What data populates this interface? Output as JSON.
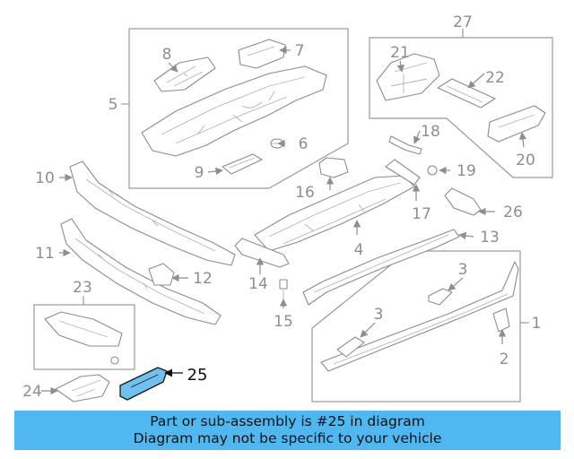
{
  "callouts": {
    "c1": "1",
    "c2": "2",
    "c3a": "3",
    "c3b": "3",
    "c4": "4",
    "c5": "5",
    "c6": "6",
    "c7": "7",
    "c8": "8",
    "c9": "9",
    "c10": "10",
    "c11": "11",
    "c12": "12",
    "c13": "13",
    "c14": "14",
    "c15": "15",
    "c16": "16",
    "c17": "17",
    "c18": "18",
    "c19": "19",
    "c20": "20",
    "c21": "21",
    "c22": "22",
    "c23": "23",
    "c24": "24",
    "c25": "25",
    "c26": "26",
    "c27": "27"
  },
  "highlight": {
    "part": "25",
    "color": "#6fc1ef"
  },
  "banner": {
    "line1": "Part or sub-assembly is #25 in diagram",
    "line2": "Diagram may not be specific to your vehicle",
    "color": "#4fb8f0"
  }
}
